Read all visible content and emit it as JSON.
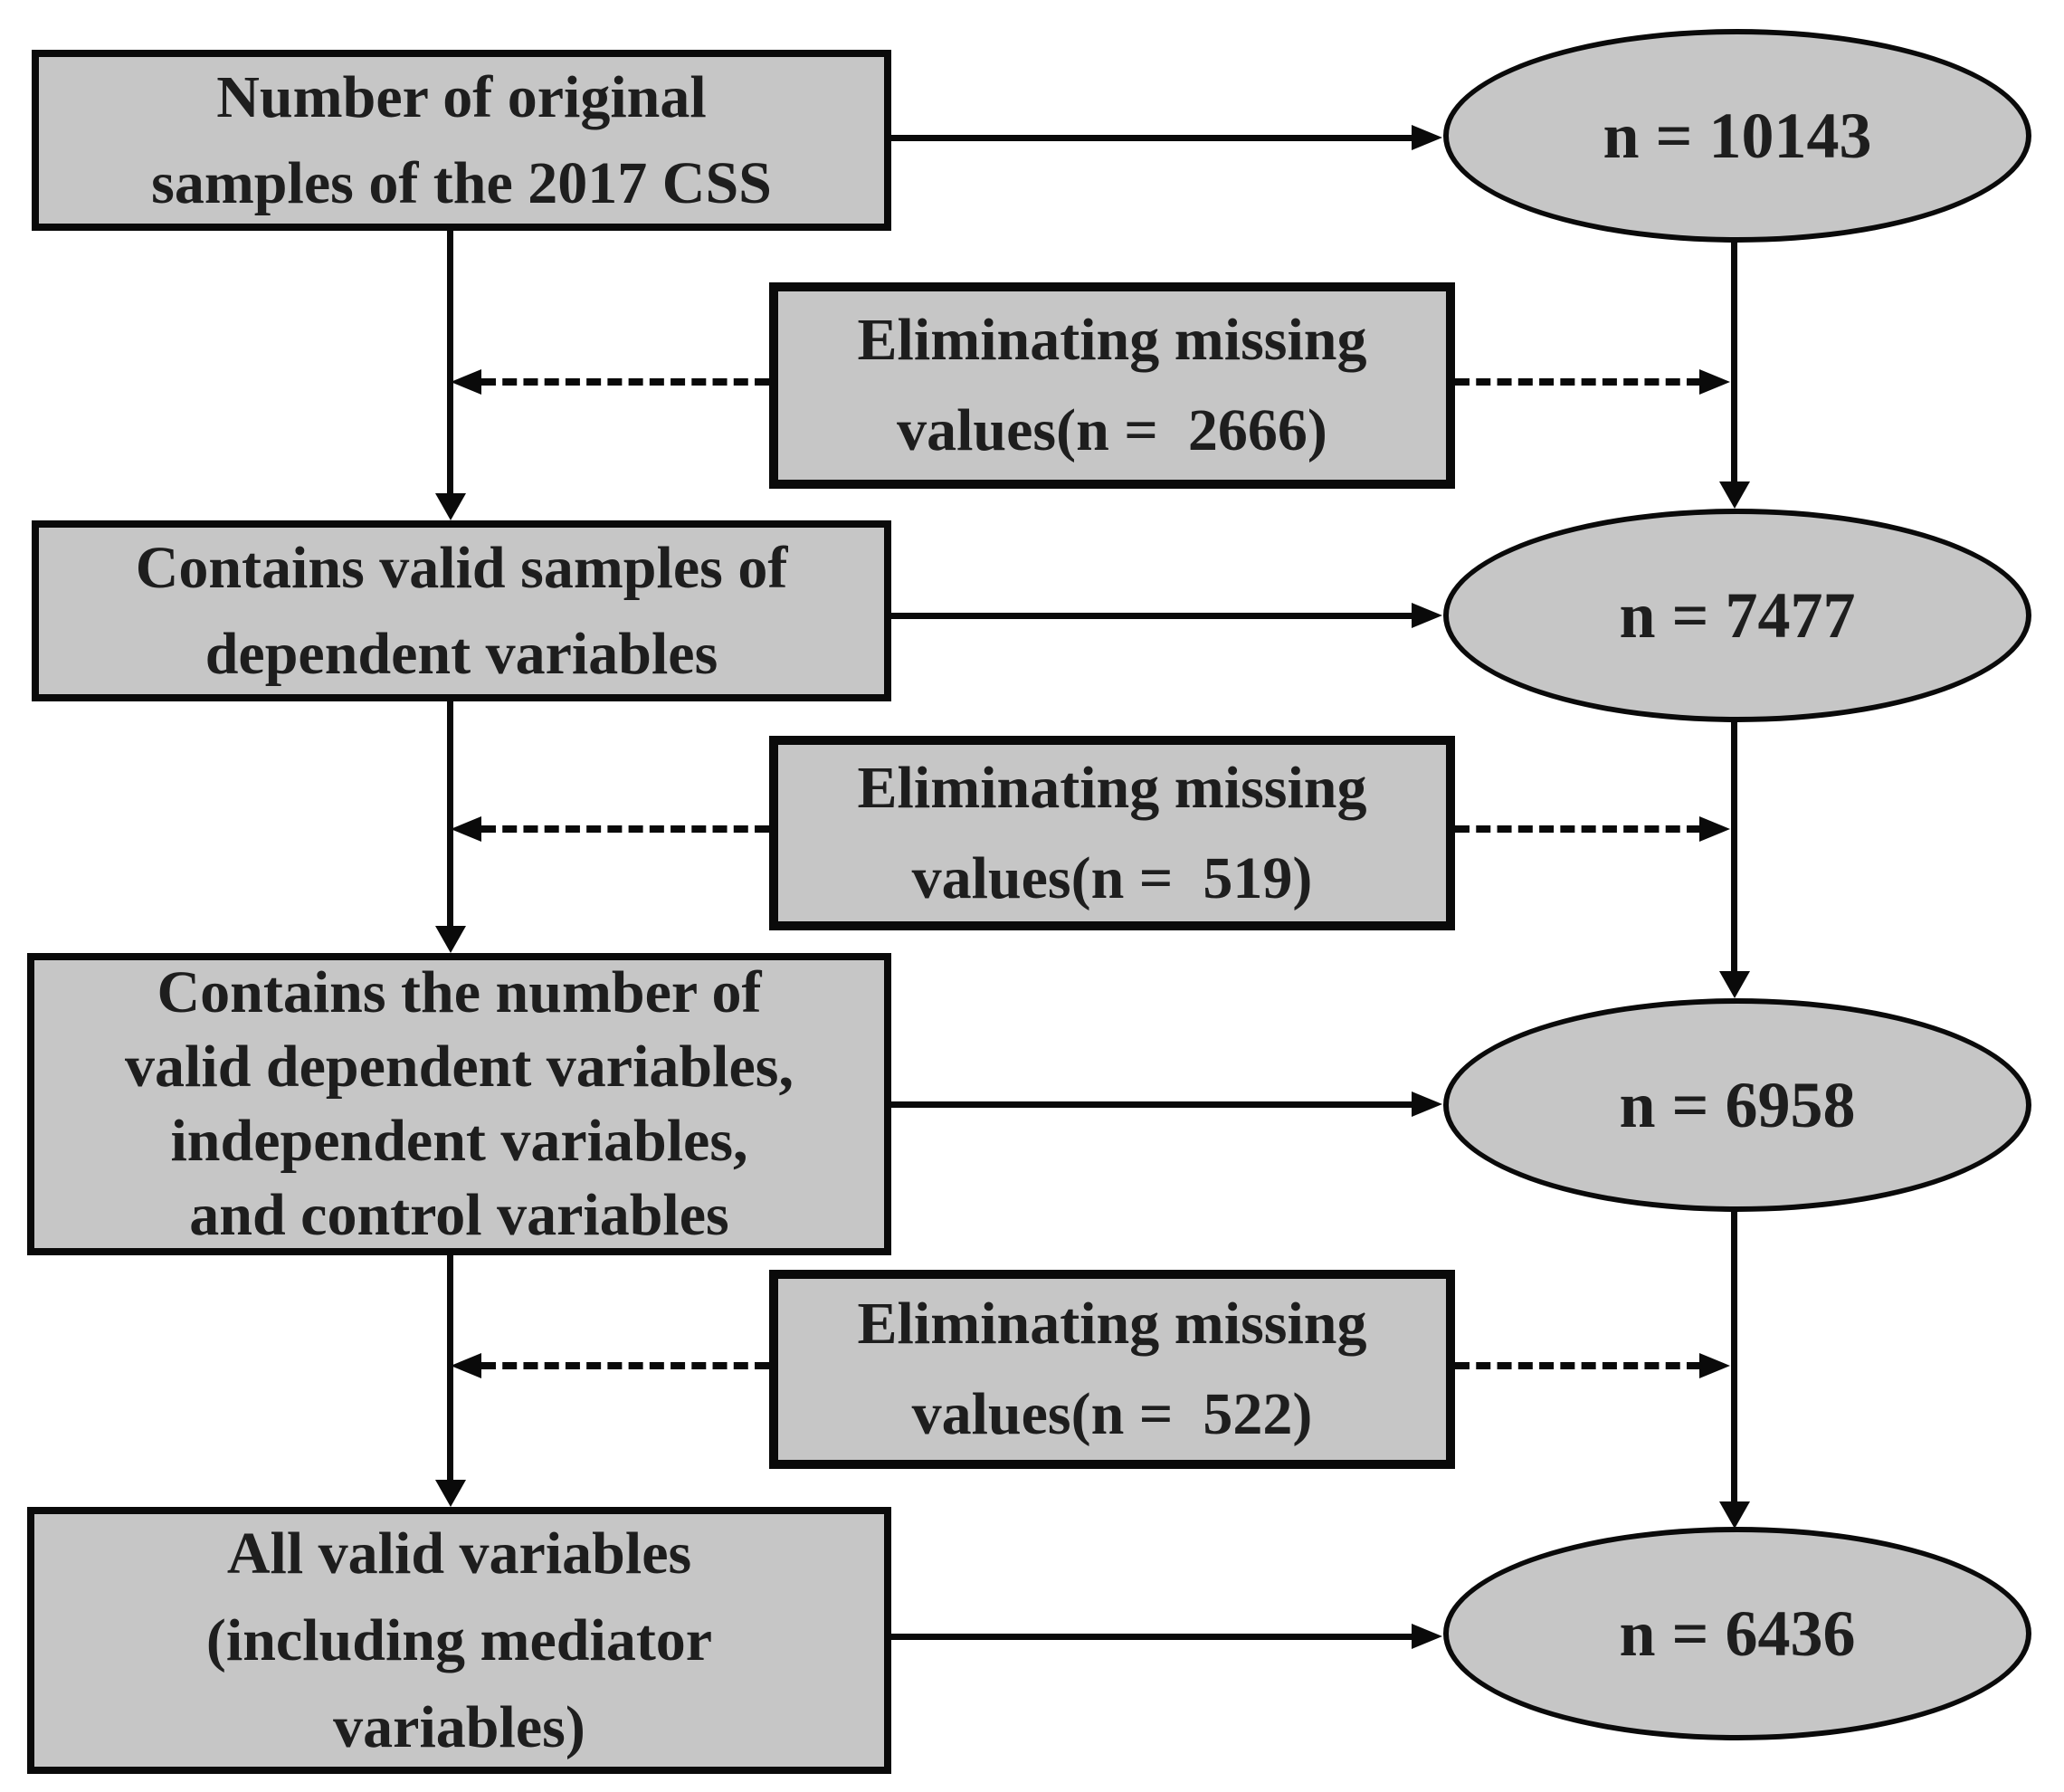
{
  "colors": {
    "background": "#ffffff",
    "node_fill": "#c6c6c6",
    "node_border": "#0a0a0a",
    "arrow": "#0a0a0a",
    "text": "#1e1e1e"
  },
  "flow": {
    "boxes": [
      {
        "id": "original-samples",
        "lines": [
          "Number of original",
          "samples of the 2017 CSS"
        ]
      },
      {
        "id": "valid-dependent-samples",
        "lines": [
          "Contains valid samples of",
          "dependent variables"
        ]
      },
      {
        "id": "valid-dep-indep-control",
        "lines": [
          "Contains the number of",
          "valid dependent variables,",
          "independent variables,",
          "and control variables"
        ]
      },
      {
        "id": "all-valid-variables",
        "lines": [
          "All valid variables",
          "(including mediator",
          "variables)"
        ]
      }
    ],
    "filters": [
      {
        "id": "eliminate-1",
        "lines": [
          "Eliminating missing",
          "values(n =  2666)"
        ]
      },
      {
        "id": "eliminate-2",
        "lines": [
          "Eliminating missing",
          "values(n =  519)"
        ]
      },
      {
        "id": "eliminate-3",
        "lines": [
          "Eliminating missing",
          "values(n =  522)"
        ]
      }
    ],
    "counts": [
      {
        "id": "count-1",
        "label": "n = 10143"
      },
      {
        "id": "count-2",
        "label": "n = 7477"
      },
      {
        "id": "count-3",
        "label": "n = 6958"
      },
      {
        "id": "count-4",
        "label": "n = 6436"
      }
    ]
  }
}
